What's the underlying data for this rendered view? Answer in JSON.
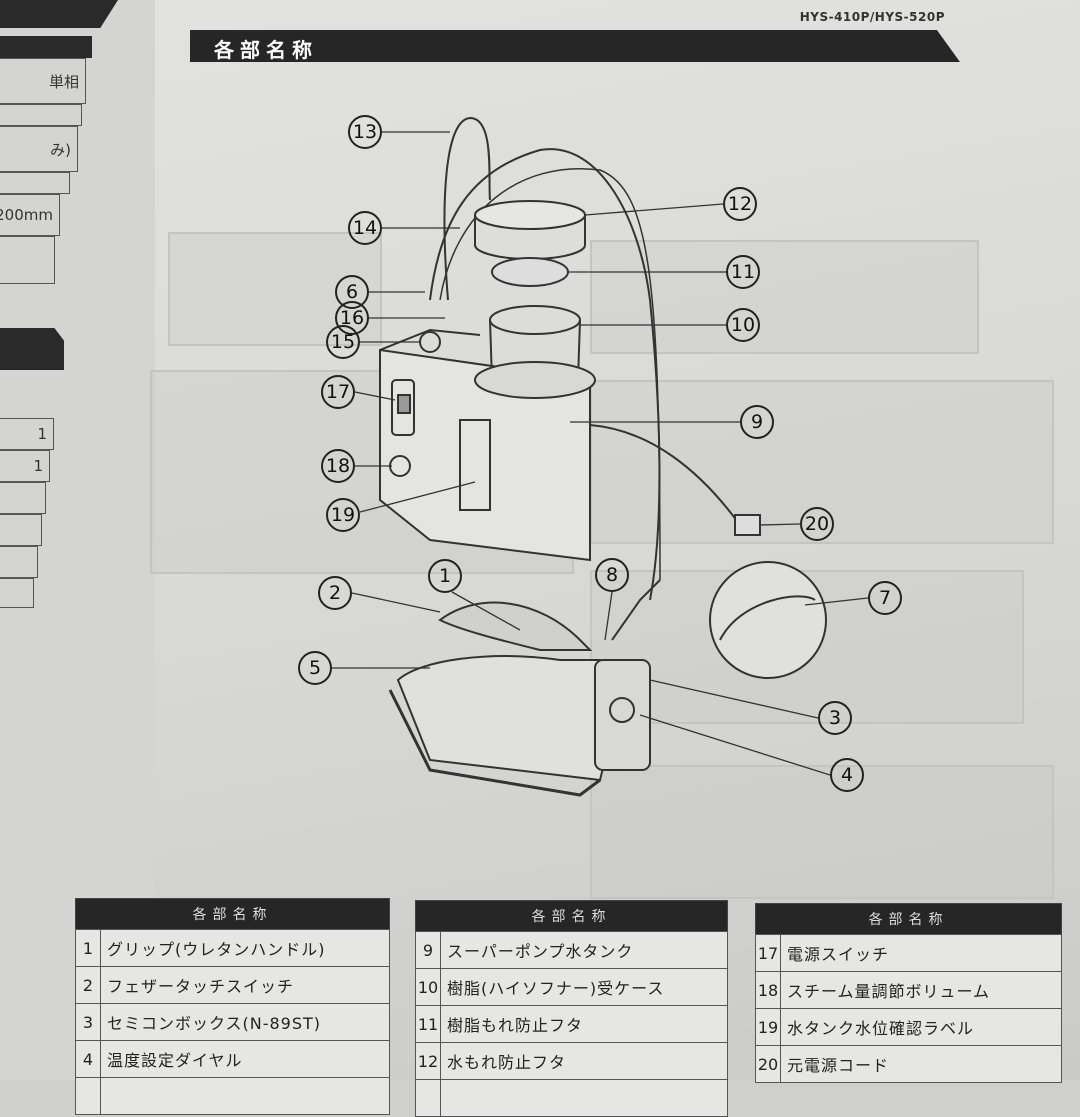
{
  "left_page": {
    "spec_cells": [
      "単相",
      "み)",
      "",
      "200mm",
      ""
    ],
    "qty_cells": [
      "1",
      "1",
      "",
      "",
      "",
      ""
    ]
  },
  "header": {
    "model": "HYS-410P/HYS-520P",
    "title": "各部名称"
  },
  "diagram": {
    "callouts": [
      "13",
      "12",
      "14",
      "11",
      "6",
      "16",
      "10",
      "15",
      "17",
      "9",
      "18",
      "19",
      "20",
      "1",
      "8",
      "2",
      "7",
      "5",
      "3",
      "4"
    ]
  },
  "tables": [
    {
      "header": "各部名称",
      "rows": [
        {
          "num": "1",
          "name": "グリップ(ウレタンハンドル)"
        },
        {
          "num": "2",
          "name": "フェザータッチスイッチ"
        },
        {
          "num": "3",
          "name": "セミコンボックス(N-89ST)"
        },
        {
          "num": "4",
          "name": "温度設定ダイヤル"
        }
      ]
    },
    {
      "header": "各部名称",
      "rows": [
        {
          "num": "9",
          "name": "スーパーポンプ水タンク"
        },
        {
          "num": "10",
          "name": "樹脂(ハイソフナー)受ケース"
        },
        {
          "num": "11",
          "name": "樹脂もれ防止フタ"
        },
        {
          "num": "12",
          "name": "水もれ防止フタ"
        }
      ]
    },
    {
      "header": "各部名称",
      "rows": [
        {
          "num": "17",
          "name": "電源スイッチ"
        },
        {
          "num": "18",
          "name": "スチーム量調節ボリューム"
        },
        {
          "num": "19",
          "name": "水タンク水位確認ラベル"
        },
        {
          "num": "20",
          "name": "元電源コード"
        }
      ]
    }
  ]
}
